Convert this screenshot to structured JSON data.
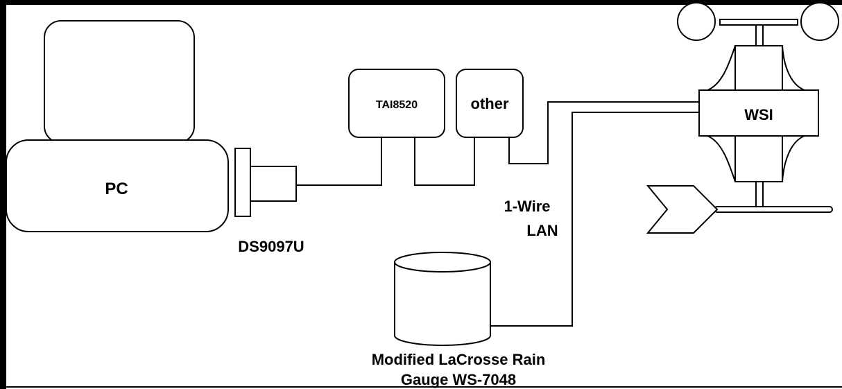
{
  "labels": {
    "pc": "PC",
    "adapter": "DS9097U",
    "tai": "TAI8520",
    "other": "other",
    "wsi": "WSI",
    "network_line1": "1-Wire",
    "network_line2": "LAN",
    "gauge_line1": "Modified LaCrosse Rain",
    "gauge_line2": "Gauge WS-7048"
  },
  "colors": {
    "line": "#000000",
    "background": "#ffffff"
  }
}
